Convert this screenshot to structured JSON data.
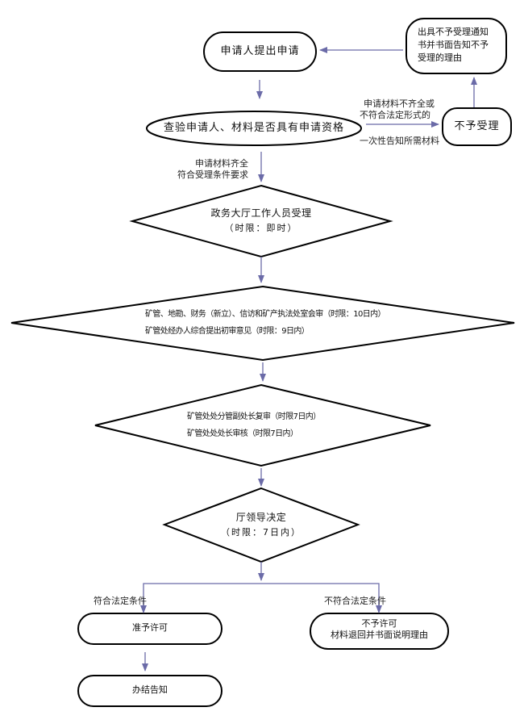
{
  "colors": {
    "arrow": "#6b6ba8",
    "outline": "#000000",
    "background": "#ffffff"
  },
  "nodes": {
    "submit": {
      "text": "申请人提出申请"
    },
    "notice": {
      "lines": [
        "出具不予受理通知",
        "书并书面告知不予",
        "受理的理由"
      ]
    },
    "verify": {
      "text": "查验申请人、材料是否具有申请资格"
    },
    "reject_accept": {
      "text": "不予受理"
    },
    "hall": {
      "line1": "政务大厅工作人员受理",
      "line2": "（时限：即时）"
    },
    "review": {
      "line1": "矿管、地勘、财务（新立）、信访和矿产执法处室会审（时限：10日内）",
      "line2": "矿管处经办人综合提出初审意见（时限：9日内）"
    },
    "reexam": {
      "line1": "矿管处处分管副处长复审（时限7日内）",
      "line2": "矿管处处处长审核（时限7日内）"
    },
    "decision": {
      "line1": "厅领导决定",
      "line2": "（时限：7日内）"
    },
    "approve": {
      "text": "准予许可"
    },
    "deny": {
      "line1": "不予许可",
      "line2": "材料退回并书面说明理由"
    },
    "close": {
      "text": "办结告知"
    }
  },
  "edge_labels": {
    "incomplete_line1": "申请材料不齐全或",
    "incomplete_line2": "不符合法定形式的",
    "notify_once": "一次性告知所需材料",
    "complete_line1": "申请材料齐全",
    "complete_line2": "符合受理条件要求",
    "meets": "符合法定条件",
    "not_meets": "不符合法定条件"
  }
}
